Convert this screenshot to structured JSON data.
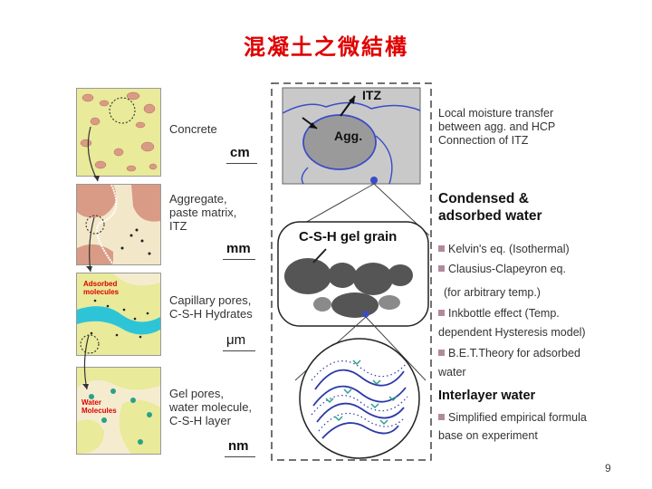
{
  "title": "混凝土之微結構",
  "scales": [
    {
      "label_lines": [
        "Concrete"
      ],
      "unit": "cm"
    },
    {
      "label_lines": [
        "Aggregate,",
        "paste matrix,",
        "ITZ"
      ],
      "unit": "mm"
    },
    {
      "label_lines": [
        "Capillary pores,",
        "C-S-H Hydrates"
      ],
      "unit": "μm"
    },
    {
      "label_lines": [
        "Gel pores,",
        "water molecule,",
        "C-S-H layer"
      ],
      "unit": "nm"
    }
  ],
  "panel_labels": {
    "adsorbed": [
      "Adsorbed",
      "molecules"
    ],
    "water": [
      "Water",
      "Molecules"
    ]
  },
  "center": {
    "itz": "ITZ",
    "agg": "Agg.",
    "csh": "C-S-H gel grain"
  },
  "right": {
    "moisture_lines": [
      "Local moisture transfer",
      "between agg. and HCP",
      "Connection of ITZ"
    ],
    "condensed_lines": [
      "Condensed &",
      "adsorbed water"
    ],
    "bullets": [
      "Kelvin's eq. (Isothermal)",
      "Clausius-Clapeyron eq.",
      "(for arbitrary temp.)",
      "Inkbottle effect (Temp.",
      "dependent Hysteresis model)",
      "B.E.T.Theory for adsorbed",
      "water"
    ],
    "interlayer": "Interlayer water",
    "interlayer_bullets": [
      "Simplified empirical formula",
      "base on experiment"
    ]
  },
  "page_number": "9",
  "colors": {
    "title": "#e00000",
    "bullet": "#b08a9c",
    "paste": "#e9ea9a",
    "aggregate": "#d99b86",
    "water": "#2ec4d8"
  }
}
